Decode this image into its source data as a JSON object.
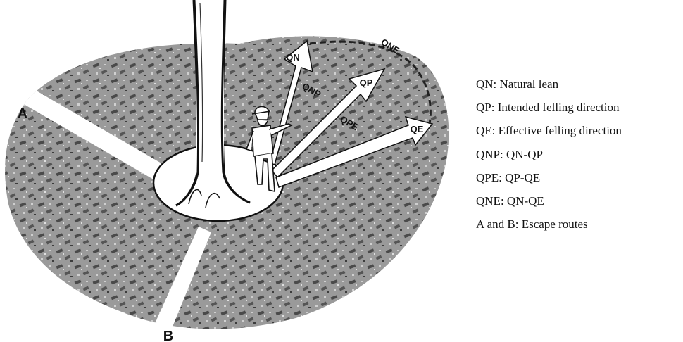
{
  "diagram": {
    "route_labels": {
      "a": "A",
      "b": "B"
    },
    "arrow_labels": {
      "qn": "QN",
      "qp": "QP",
      "qe": "QE"
    },
    "angle_labels": {
      "qnp": "QNP",
      "qpe": "QPE",
      "qne": "QNE"
    }
  },
  "legend": [
    "QN: Natural lean",
    "QP: Intended felling direction",
    "QE: Effective felling direction",
    "QNP: QN-QP",
    "QPE: QP-QE",
    "QNE: QN-QE",
    "A and B: Escape routes"
  ],
  "colors": {
    "ground": "#8e8e8e",
    "ground_dark": "#3a3a3a",
    "ink": "#111111",
    "paper": "#ffffff"
  }
}
